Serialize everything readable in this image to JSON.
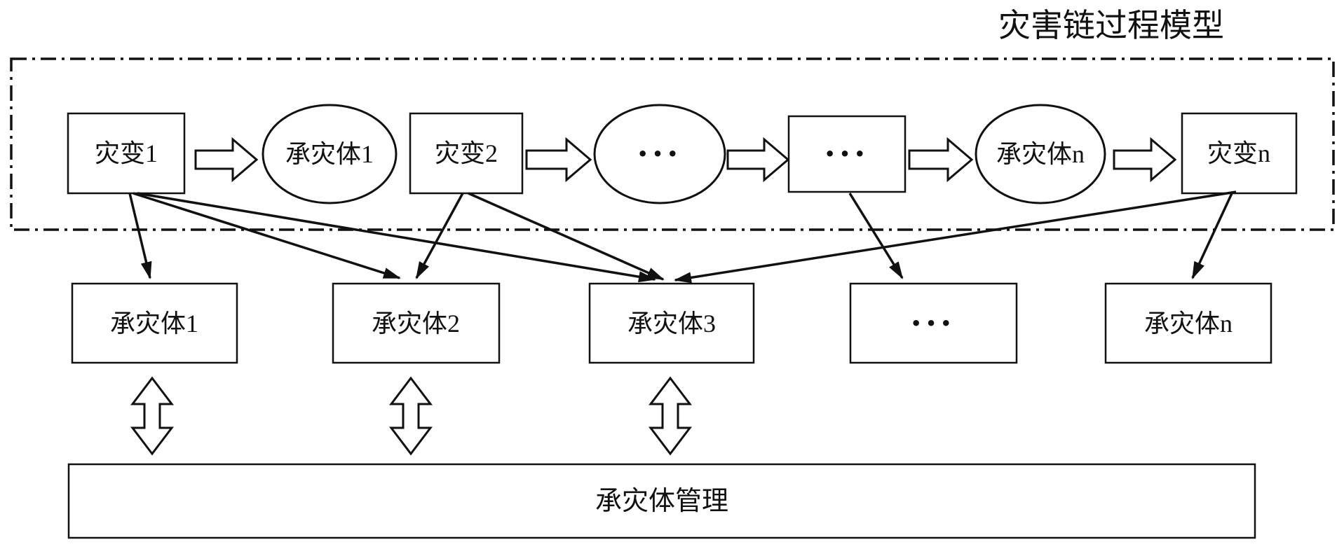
{
  "title": "灾害链过程模型",
  "colors": {
    "line": "#111111",
    "background": "#ffffff"
  },
  "chain": {
    "frame_style": "dash-dot",
    "nodes": [
      {
        "label": "灾变1",
        "shape": "rect"
      },
      {
        "label": "承灾体1",
        "shape": "ellipse"
      },
      {
        "label": "灾变2",
        "shape": "rect"
      },
      {
        "label": "•••",
        "shape": "ellipse"
      },
      {
        "label": "•••",
        "shape": "rect"
      },
      {
        "label": "承灾体n",
        "shape": "ellipse"
      },
      {
        "label": "灾变n",
        "shape": "rect"
      }
    ]
  },
  "bearers": {
    "boxes": [
      {
        "label": "承灾体1"
      },
      {
        "label": "承灾体2"
      },
      {
        "label": "承灾体3"
      },
      {
        "label": "•••"
      },
      {
        "label": "承灾体n"
      }
    ]
  },
  "management": {
    "label": "承灾体管理"
  },
  "connections": [
    {
      "from": "灾变1",
      "to": "承灾体1-box"
    },
    {
      "from": "灾变1",
      "to": "承灾体2-box"
    },
    {
      "from": "灾变1",
      "to": "承灾体3-box"
    },
    {
      "from": "灾变2",
      "to": "承灾体2-box"
    },
    {
      "from": "灾变2",
      "to": "承灾体3-box"
    },
    {
      "from": "ellipsis-rect",
      "to": "ellipsis-box"
    },
    {
      "from": "灾变n",
      "to": "承灾体3-box"
    },
    {
      "from": "灾变n",
      "to": "承灾体n-box"
    },
    {
      "from": "承灾体1-box",
      "to": "承灾体管理",
      "type": "double"
    },
    {
      "from": "承灾体2-box",
      "to": "承灾体管理",
      "type": "double"
    },
    {
      "from": "承灾体3-box",
      "to": "承灾体管理",
      "type": "double"
    }
  ]
}
